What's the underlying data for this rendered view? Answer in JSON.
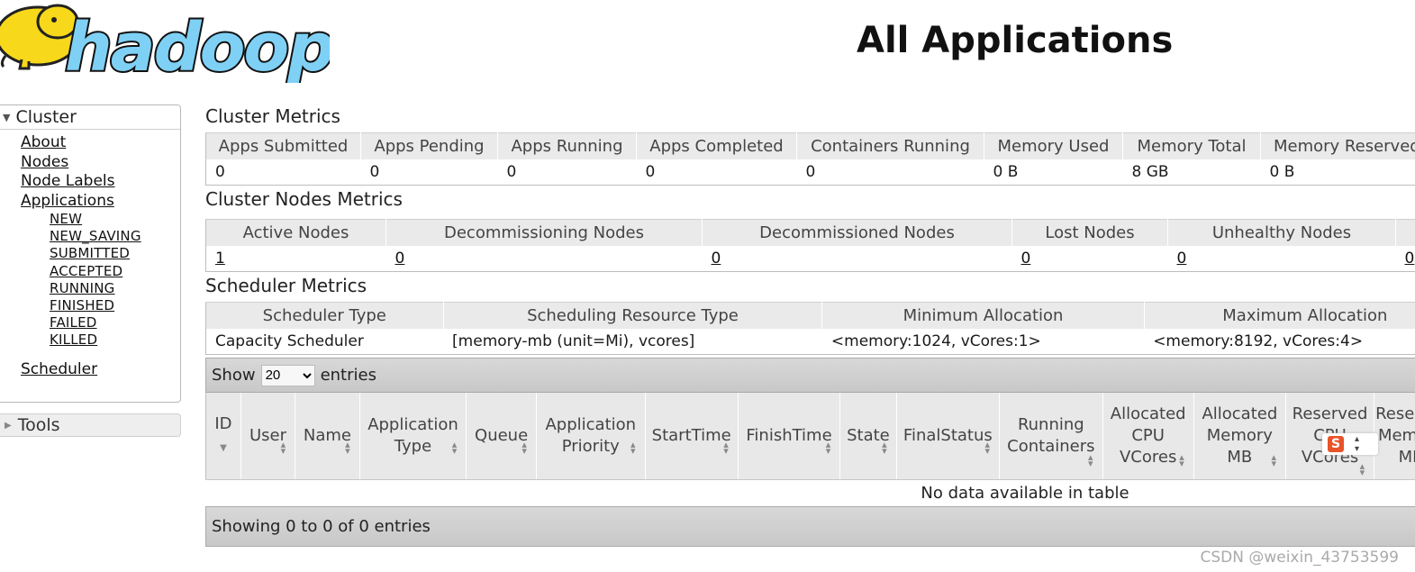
{
  "header": {
    "logo_text": "hadoop",
    "page_title": "All Applications"
  },
  "sidebar": {
    "cluster_label": "Cluster",
    "links": [
      "About",
      "Nodes",
      "Node Labels",
      "Applications"
    ],
    "app_states": [
      "NEW",
      "NEW_SAVING",
      "SUBMITTED",
      "ACCEPTED",
      "RUNNING",
      "FINISHED",
      "FAILED",
      "KILLED"
    ],
    "scheduler_label": "Scheduler",
    "tools_label": "Tools"
  },
  "cluster_metrics": {
    "title": "Cluster Metrics",
    "headers": [
      "Apps Submitted",
      "Apps Pending",
      "Apps Running",
      "Apps Completed",
      "Containers Running",
      "Memory Used",
      "Memory Total",
      "Memory Reserved"
    ],
    "values": [
      "0",
      "0",
      "0",
      "0",
      "0",
      "0 B",
      "8 GB",
      "0 B"
    ]
  },
  "nodes_metrics": {
    "title": "Cluster Nodes Metrics",
    "headers": [
      "Active Nodes",
      "Decommissioning Nodes",
      "Decommissioned Nodes",
      "Lost Nodes",
      "Unhealthy Nodes",
      ""
    ],
    "values": [
      "1",
      "0",
      "0",
      "0",
      "0",
      "0"
    ]
  },
  "scheduler_metrics": {
    "title": "Scheduler Metrics",
    "headers": [
      "Scheduler Type",
      "Scheduling Resource Type",
      "Minimum Allocation",
      "Maximum Allocation"
    ],
    "values": [
      "Capacity Scheduler",
      "[memory-mb (unit=Mi), vcores]",
      "<memory:1024, vCores:1>",
      "<memory:8192, vCores:4>"
    ]
  },
  "apps_table": {
    "show_label": "Show",
    "page_size": "20",
    "entries_label": "entries",
    "columns": [
      "ID",
      "User",
      "Name",
      "Application Type",
      "Queue",
      "Application Priority",
      "StartTime",
      "FinishTime",
      "State",
      "FinalStatus",
      "Running Containers",
      "Allocated CPU VCores",
      "Allocated Memory MB",
      "Reserved CPU VCores",
      "Reserved Memory MB"
    ],
    "empty_text": "No data available in table",
    "footer_text": "Showing 0 to 0 of 0 entries"
  },
  "watermark": "CSDN @weixin_43753599",
  "colors": {
    "header_bg": "#eaeaea",
    "toolbar_bg": "#cfcfcf",
    "logo_blue": "#7fd0f5",
    "logo_yellow": "#f7d81b"
  }
}
